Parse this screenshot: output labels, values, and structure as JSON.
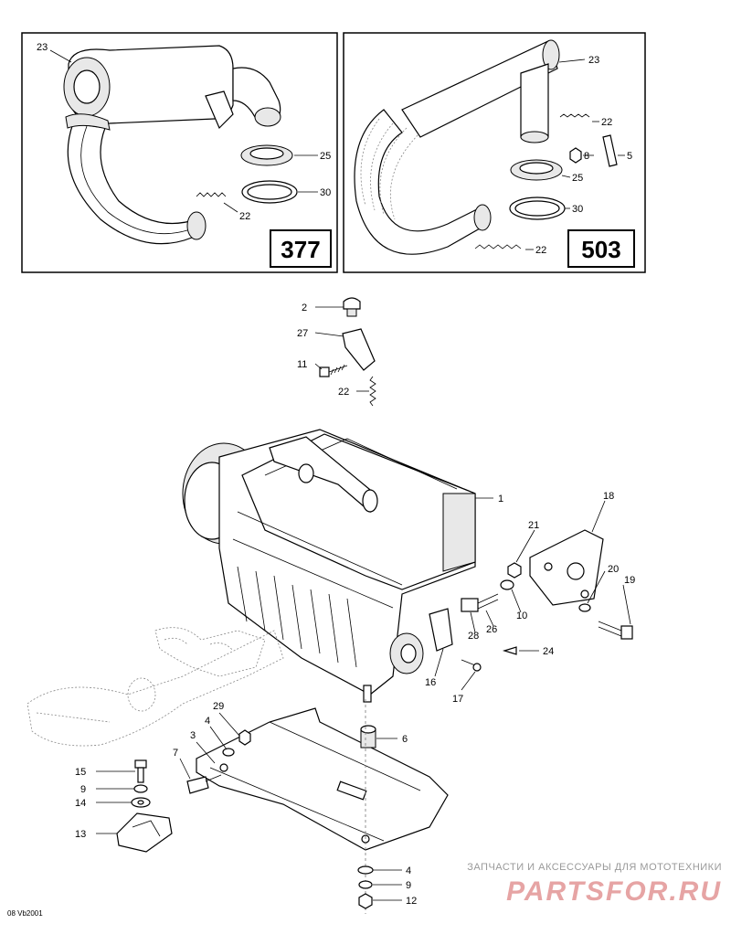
{
  "insets": [
    {
      "model": "377",
      "labels": [
        "23",
        "25",
        "30",
        "22"
      ]
    },
    {
      "model": "503",
      "labels": [
        "23",
        "22",
        "8",
        "5",
        "25",
        "30",
        "22"
      ]
    }
  ],
  "main_labels": [
    "2",
    "27",
    "11",
    "22",
    "1",
    "18",
    "21",
    "20",
    "19",
    "10",
    "26",
    "28",
    "24",
    "16",
    "17",
    "29",
    "4",
    "3",
    "7",
    "6",
    "15",
    "9",
    "14",
    "13",
    "4",
    "9",
    "12"
  ],
  "watermark": {
    "tagline": "ЗАПЧАСТИ И АКСЕССУАРЫ ДЛЯ МОТОТЕХНИКИ",
    "brand": "PARTSFOR.RU"
  },
  "drawing_code": "08 Vb2001",
  "colors": {
    "watermark": "#c0392b",
    "lines": "#000000"
  }
}
